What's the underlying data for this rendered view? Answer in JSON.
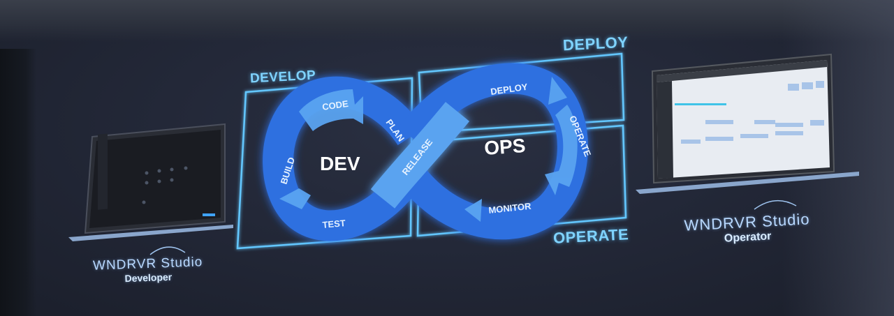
{
  "sections": {
    "develop": "DEVELOP",
    "deploy": "DEPLOY",
    "operate": "OPERATE"
  },
  "loop": {
    "dev": "DEV",
    "ops": "OPS",
    "stages": {
      "code": "CODE",
      "plan": "PLAN",
      "build": "BUILD",
      "test": "TEST",
      "release": "RELEASE",
      "deploy": "DEPLOY",
      "operate": "OPERATE",
      "monitor": "MONITOR"
    }
  },
  "products": {
    "developer": {
      "name": "WNDRVR Studio",
      "role": "Developer"
    },
    "operator": {
      "name": "WNDRVR Studio",
      "role": "Operator"
    }
  },
  "colors": {
    "loop_blue": "#2e6fe0",
    "loop_light": "#5aa3f0",
    "frame_cyan": "#63c7ff"
  }
}
